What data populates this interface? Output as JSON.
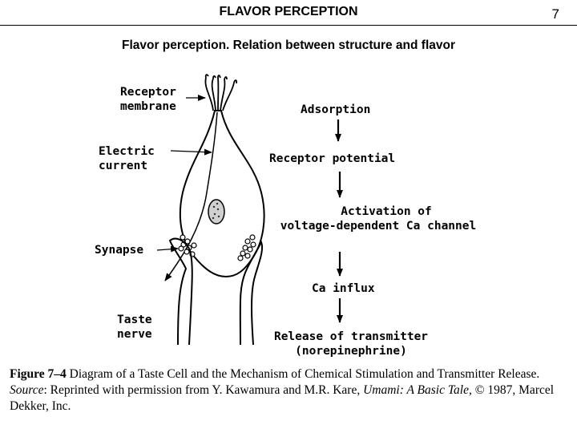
{
  "header": {
    "title": "FLAVOR PERCEPTION",
    "page_number": "7"
  },
  "subtitle": "Flavor perception. Relation between structure and flavor",
  "diagram": {
    "cell_labels": {
      "receptor_membrane": [
        "Receptor",
        "membrane"
      ],
      "electric_current": [
        "Electric",
        "current"
      ],
      "synapse": "Synapse",
      "taste_nerve": [
        "Taste",
        "nerve"
      ]
    },
    "steps": [
      {
        "lines": [
          "Adsorption"
        ]
      },
      {
        "lines": [
          "Receptor potential"
        ]
      },
      {
        "lines": [
          "Activation of",
          "voltage-dependent Ca channel"
        ]
      },
      {
        "lines": [
          "Ca influx"
        ]
      },
      {
        "lines": [
          "Release of transmitter",
          "(norepinephrine)"
        ]
      }
    ]
  },
  "caption": {
    "label": "Figure 7–4",
    "text": " Diagram of a Taste Cell and the Mechanism of Chemical Stimulation and Transmitter Release. ",
    "source_label": "Source",
    "source_text": ": Reprinted with permission from Y. Kawamura and M.R. Kare, ",
    "book_title": "Umami: A Basic Tale",
    "tail": ", © 1987, Marcel Dekker, Inc."
  }
}
